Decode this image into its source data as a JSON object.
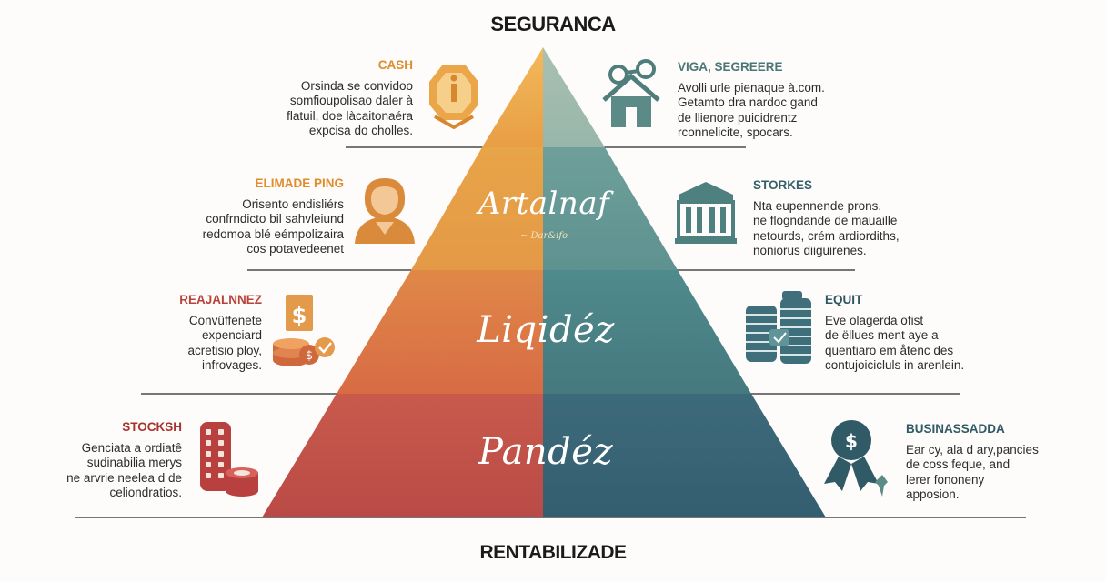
{
  "axis": {
    "top": "SEGURANCA",
    "bottom": "RENTABILIZADE"
  },
  "layers": [
    {
      "label": "Artalnaf",
      "sub": "~ Dar&ifo"
    },
    {
      "label": "Liqidéz"
    },
    {
      "label": "Pandéz"
    }
  ],
  "left_blocks": [
    {
      "title": "CASH",
      "lines": [
        "Orsinda se convidoo",
        "somfioupolisao daler à",
        "flatuil, doe làcaitonaéra",
        "expcisa do cholles."
      ]
    },
    {
      "title": "ELIMADE PING",
      "lines": [
        "Orisento endisliérs",
        "confrndicto bil sahvleiund",
        "redomoa blé eémpolizaira",
        "cos potavedeenet"
      ]
    },
    {
      "title": "REAJALNNEZ",
      "lines": [
        "Convüffenete",
        "expenciard",
        "acretisio ploy,",
        "infrovages."
      ]
    },
    {
      "title": "STOCKSH",
      "lines": [
        "Genciata a ordiatê",
        "sudinabilia merys",
        "ne arvrie neelea d de",
        "celiondratios."
      ]
    }
  ],
  "right_blocks": [
    {
      "title": "VIGA, SEGREERE",
      "lines": [
        "Avolli urle pienaque à.com.",
        "Getamto dra nardoc gand",
        "de llienore puicidrentz",
        "rconnelicite, spocars."
      ]
    },
    {
      "title": "STORKES",
      "lines": [
        "Nta eupennende prons.",
        "ne flogndande de mauaille",
        "netourds, crém ardiordiths,",
        "noniorus diiguirenes."
      ]
    },
    {
      "title": "EQUIT",
      "lines": [
        "Eve olagerda ofist",
        "de ëllues ment aye a",
        "quentiaro em åtenc des",
        "contujoicicluls in arenlein."
      ]
    },
    {
      "title": "BUSINASSADDA",
      "lines": [
        "Ear cy, ala d ary,pancies",
        "de coss feque, and",
        "lerer fononeny",
        "apposion."
      ]
    }
  ],
  "colors": {
    "cash": "#e09a3a",
    "salary": "#d88c3c",
    "real": "#c0483d",
    "stocks": "#b03e3a",
    "real_estate": "#4f7f7d",
    "bank": "#3f6e70",
    "equity": "#35626f",
    "business": "#2f5a66"
  },
  "icons": {
    "cash": "warning-coin-icon",
    "salary": "person-icon",
    "real": "dollar-coins-icon",
    "stocks": "coin-stack-icon",
    "real_estate": "house-key-icon",
    "bank": "bank-building-icon",
    "equity": "money-stack-icon",
    "business": "award-badge-icon"
  }
}
